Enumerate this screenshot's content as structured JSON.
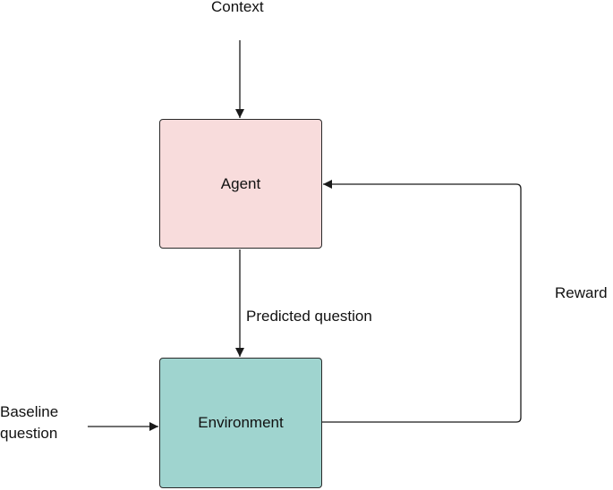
{
  "nodes": {
    "agent": {
      "label": "Agent",
      "fill": "#f8dcdc"
    },
    "environment": {
      "label": "Environment",
      "fill": "#9fd4cf"
    }
  },
  "edges": {
    "context": {
      "label": "Context"
    },
    "predicted_question": {
      "label": "Predicted question"
    },
    "baseline_question": {
      "label_line1": "Baseline",
      "label_line2": "question"
    },
    "reward": {
      "label": "Reward"
    }
  },
  "colors": {
    "stroke": "#2a2a2a",
    "agent_fill": "#f8dcdc",
    "environment_fill": "#9fd4cf"
  }
}
